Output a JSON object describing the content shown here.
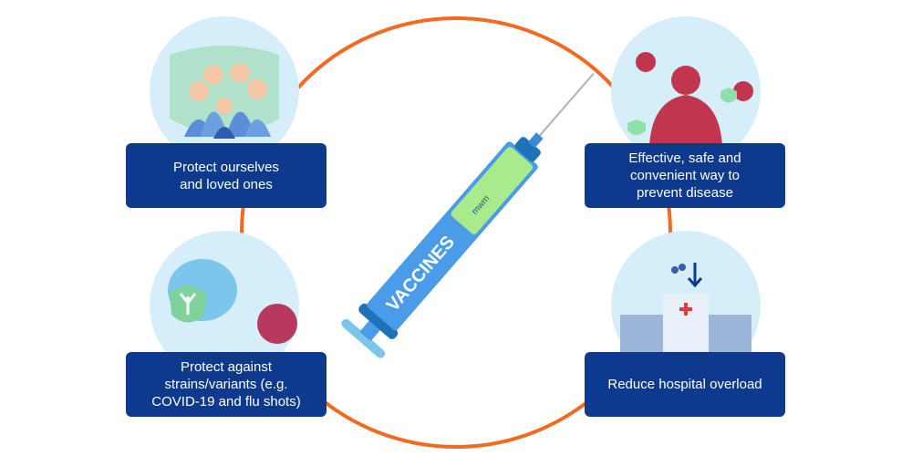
{
  "syringe_label": "VACCINES",
  "syringe_text": "mwm",
  "benefits": [
    {
      "text": "Protect ourselves\nand loved ones",
      "icon": "family-shield-icon"
    },
    {
      "text": "Protect against\nstrains/variants (e.g.\nCOVID-19 and flu shots)",
      "icon": "antibody-shield-virus-icon"
    },
    {
      "text": "Effective, safe and\nconvenient way to\nprevent disease",
      "icon": "protected-person-icon"
    },
    {
      "text": "Reduce hospital overload",
      "icon": "hospital-icon"
    }
  ],
  "colors": {
    "ring": "#f26a21",
    "card": "#0d3a8c",
    "bubble": "#d6eefa",
    "syringe": "#4a9be8",
    "liquid": "#a8ea8c"
  }
}
